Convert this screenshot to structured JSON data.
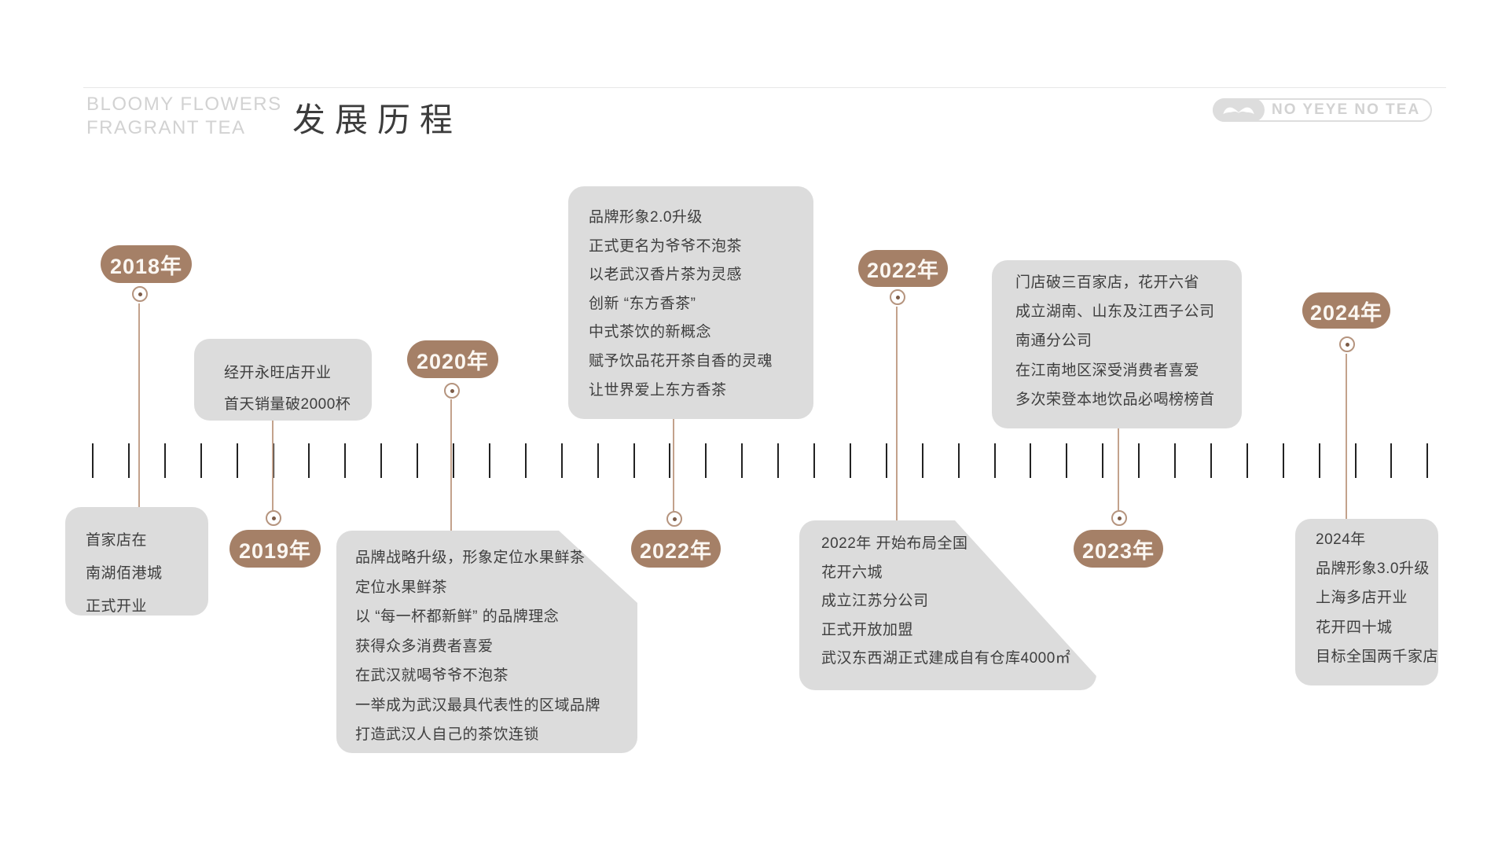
{
  "header": {
    "brand_line1": "BLOOMY FLOWERS",
    "brand_line2": "FRAGRANT TEA",
    "title": "发展历程",
    "logo_text": "NO YEYE NO TEA"
  },
  "colors": {
    "badge_brown": "#a58067",
    "card_gray": "#dcdcdc",
    "connector_tan": "#c3a28c",
    "tick_dark": "#222222",
    "card_text": "#3e3e3e",
    "muted_gray": "#d2d2d2"
  },
  "timeline": {
    "tick_count": 38,
    "events": [
      {
        "year": "2018年",
        "lines": [
          "首家店在",
          "南湖佰港城",
          "正式开业"
        ]
      },
      {
        "year": "2019年",
        "lines": [
          "经开永旺店开业",
          "首天销量破2000杯"
        ]
      },
      {
        "year": "2020年",
        "lines": [
          "品牌战略升级，形象定位水果鲜茶",
          "定位水果鲜茶",
          "以 “每一杯都新鲜” 的品牌理念",
          "获得众多消费者喜爱",
          "在武汉就喝爷爷不泡茶",
          "一举成为武汉最具代表性的区域品牌",
          "打造武汉人自己的茶饮连锁"
        ]
      },
      {
        "year": "2022年",
        "lines": [
          "品牌形象2.0升级",
          "正式更名为爷爷不泡茶",
          "以老武汉香片茶为灵感",
          "创新 “东方香茶”",
          "中式茶饮的新概念",
          "赋予饮品花开茶自香的灵魂",
          "让世界爱上东方香茶"
        ]
      },
      {
        "year": "2022年",
        "lines": [
          "2022年 开始布局全国",
          "花开六城",
          "成立江苏分公司",
          "正式开放加盟",
          "武汉东西湖正式建成自有仓库4000㎡"
        ]
      },
      {
        "year": "2023年",
        "lines": [
          "门店破三百家店，花开六省",
          "成立湖南、山东及江西子公司",
          "南通分公司",
          "在江南地区深受消费者喜爱",
          "多次荣登本地饮品必喝榜榜首"
        ]
      },
      {
        "year": "2024年",
        "lines": [
          "2024年",
          "品牌形象3.0升级",
          "上海多店开业",
          "花开四十城",
          "目标全国两千家店"
        ]
      }
    ]
  }
}
